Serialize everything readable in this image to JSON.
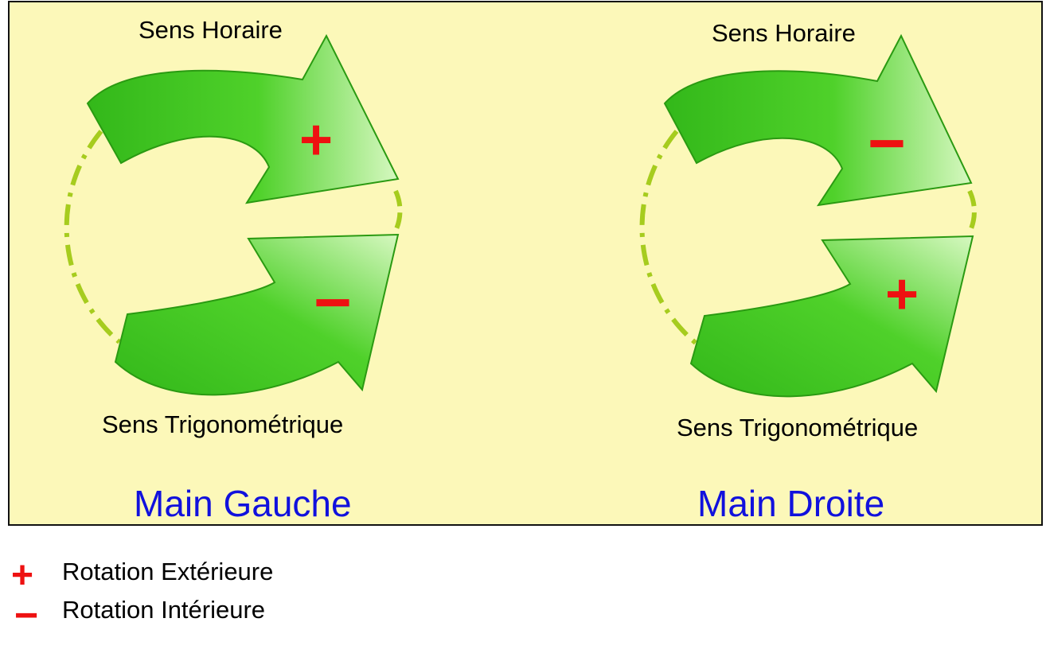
{
  "colors": {
    "panel_background": "#fcf8b9",
    "arrow_green": "#3fc21c",
    "arrow_light": "#c9f5b0",
    "dash_green": "#a6cc1e",
    "symbol_red": "#ee1111",
    "title_blue": "#1111dd"
  },
  "left_hand": {
    "top_label": "Sens Horaire",
    "bottom_label": "Sens Trigonométrique",
    "title": "Main Gauche",
    "upper_symbol": "+",
    "lower_symbol": "−"
  },
  "right_hand": {
    "top_label": "Sens Horaire",
    "bottom_label": "Sens Trigonométrique",
    "title": "Main Droite",
    "upper_symbol": "−",
    "lower_symbol": "+"
  },
  "legend": [
    {
      "symbol": "+",
      "text": "Rotation Extérieure"
    },
    {
      "symbol": "−",
      "text": "Rotation Intérieure"
    }
  ]
}
